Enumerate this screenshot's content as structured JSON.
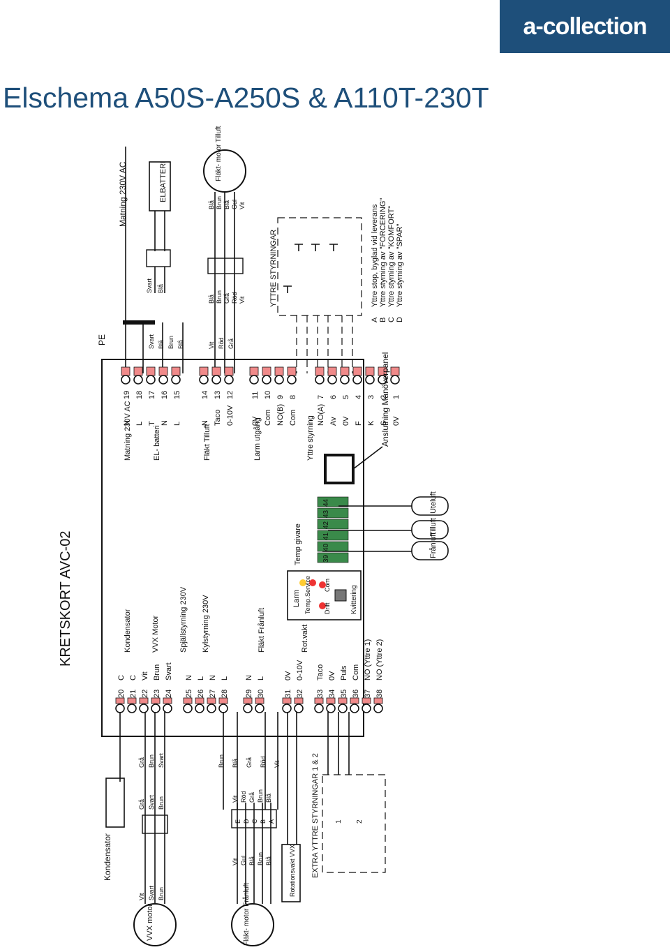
{
  "header": {
    "brand": "a-collection",
    "title": "Elschema A50S-A250S & A110T-230T"
  },
  "board": {
    "label": "KRETSKORT AVC-02",
    "pe": "PE",
    "mains": "Matning 230V AC",
    "elbatteri": "ELBATTERI",
    "condenser": "Kondensator",
    "vvx_motor": "VVX motor",
    "rotation_guard": "Rotationsvakt VVX",
    "extra_controls": "EXTRA YTTRE STYRNINGAR 1 & 2",
    "outer_controls": "YTTRE STYRNINGAR",
    "fan_supply_motor": "Fläkt- motor Tilluft",
    "fan_exhaust_motor": "Fläkt- motor Frånluft",
    "panel_connection": "Anslutning Manöverpanel"
  },
  "right_terminals": [
    {
      "n": "19",
      "sig": "N"
    },
    {
      "n": "18",
      "sig": "L"
    },
    {
      "n": "17",
      "sig": "T"
    },
    {
      "n": "16",
      "sig": "N"
    },
    {
      "n": "15",
      "sig": "L"
    },
    {
      "n": "14",
      "sig": "N"
    },
    {
      "n": "13",
      "sig": "Taco"
    },
    {
      "n": "12",
      "sig": "0-10V"
    },
    {
      "n": "11",
      "sig": "0V"
    },
    {
      "n": "10",
      "sig": "Com"
    },
    {
      "n": "9",
      "sig": "NO(B)"
    },
    {
      "n": "8",
      "sig": "Com"
    },
    {
      "n": "7",
      "sig": "NO(A)"
    },
    {
      "n": "6",
      "sig": "Av"
    },
    {
      "n": "5",
      "sig": "0V"
    },
    {
      "n": "4",
      "sig": "F"
    },
    {
      "n": "3",
      "sig": "K"
    },
    {
      "n": "2",
      "sig": "S"
    },
    {
      "n": "1",
      "sig": "0V"
    }
  ],
  "right_groups": [
    "Matning 230V AC",
    "EL- batteri",
    "Fläkt Tilluft",
    "Larm utgång",
    "Yttre styrning"
  ],
  "left_terminals": [
    {
      "n": "20",
      "sig": "C"
    },
    {
      "n": "21",
      "sig": "C"
    },
    {
      "n": "22",
      "sig": "Vit"
    },
    {
      "n": "23",
      "sig": "Brun"
    },
    {
      "n": "24",
      "sig": "Svart"
    },
    {
      "n": "25",
      "sig": "N"
    },
    {
      "n": "26",
      "sig": "L"
    },
    {
      "n": "27",
      "sig": "N"
    },
    {
      "n": "28",
      "sig": "L"
    },
    {
      "n": "29",
      "sig": "N"
    },
    {
      "n": "30",
      "sig": "L"
    },
    {
      "n": "31",
      "sig": "0V"
    },
    {
      "n": "32",
      "sig": "0-10V"
    },
    {
      "n": "33",
      "sig": "Taco"
    },
    {
      "n": "34",
      "sig": "0V"
    },
    {
      "n": "35",
      "sig": "Puls"
    },
    {
      "n": "36",
      "sig": "Com"
    },
    {
      "n": "37",
      "sig": "NO (Yttre 1)"
    },
    {
      "n": "38",
      "sig": "NO (Yttre 2)"
    }
  ],
  "left_groups": [
    "Kondensator",
    "VVX Motor",
    "Spjällstyrning 230V",
    "Kylstyrning 230V",
    "Fläkt Frånluft",
    "Rot.vakt"
  ],
  "temp_terminals": [
    "39",
    "40",
    "41",
    "42",
    "43",
    "44"
  ],
  "temp_labels": [
    "Temp givare",
    "Frånluft",
    "Tilluft",
    "Uteluft"
  ],
  "leds": {
    "title": "Larm",
    "items": [
      "Temp.",
      "Service",
      "Drift",
      "Com"
    ],
    "button": "Kvittering"
  },
  "outer_legend": [
    {
      "k": "A",
      "t": "Yttre stop, byglad vid leverans"
    },
    {
      "k": "B",
      "t": "Yttre styrning av \"FORCERING\""
    },
    {
      "k": "C",
      "t": "Yttre styrning av \"KOMFORT\""
    },
    {
      "k": "D",
      "t": "Yttre styrning av \"SPAR\""
    }
  ],
  "wires": {
    "supply_fan": [
      "Blå",
      "Brun",
      "Grå",
      "Röd",
      "Vit"
    ],
    "supply_fan_right": [
      "Blå",
      "Brun",
      "Blå",
      "Gul",
      "Vit"
    ],
    "elbatteri": [
      "Svart",
      "Blå"
    ],
    "right_top": [
      "Svart",
      "Blå",
      "Brun",
      "Blå"
    ],
    "right_fan": [
      "Vit",
      "Röd",
      "Grå"
    ],
    "vvx": [
      "Vit",
      "Svart",
      "Brun"
    ],
    "vvx_b": [
      "Grå",
      "Svart",
      "Brun"
    ],
    "left_mid": [
      "Grå",
      "Brun",
      "Svart"
    ],
    "exhaust_fan": [
      "Vit",
      "Gul",
      "Blå",
      "Brun",
      "Blå"
    ],
    "exhaust_fan_b": [
      "Vit",
      "Röd",
      "Grå",
      "Brun",
      "Blå"
    ],
    "left_lower": [
      "Brun",
      "Blå",
      "Grå",
      "Röd",
      "Vit"
    ],
    "plug_letters": [
      "E",
      "D",
      "C",
      "B",
      "A"
    ],
    "switch_labels": [
      "1",
      "2"
    ]
  }
}
